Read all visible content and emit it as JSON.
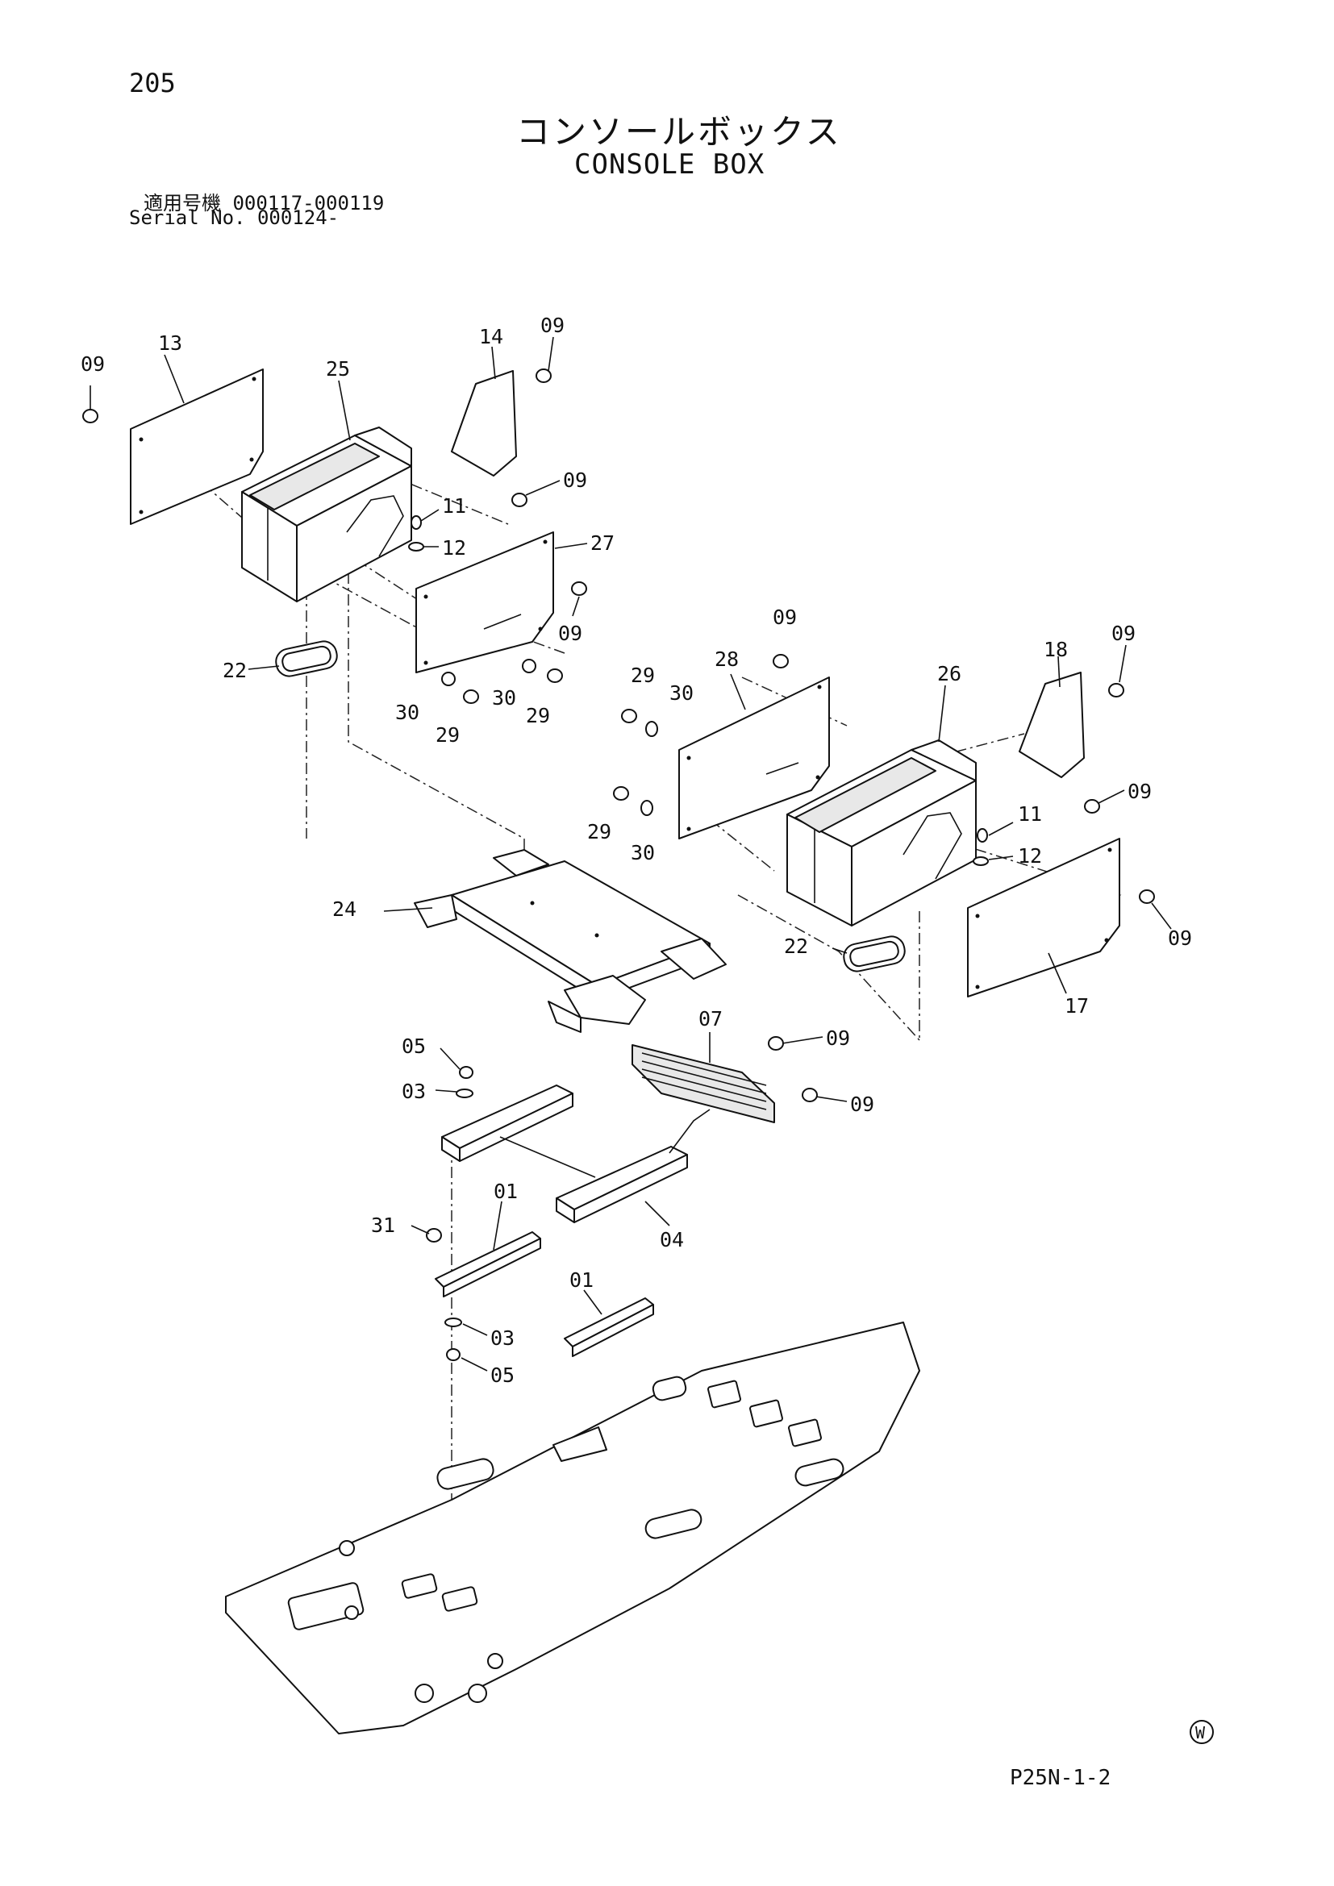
{
  "page": {
    "page_number": "205",
    "title_jp": "コンソールボックス",
    "title_en": "CONSOLE BOX",
    "applicable_label_jp": "適用号機",
    "applicable_range": "000117-000119",
    "serial_label": "Serial No.",
    "serial_value": "000124-",
    "page_code": "P25N-1-2",
    "mark_symbol": "W"
  },
  "callouts": [
    {
      "id": "c-09-a",
      "label": "09"
    },
    {
      "id": "c-13",
      "label": "13"
    },
    {
      "id": "c-25",
      "label": "25"
    },
    {
      "id": "c-14",
      "label": "14"
    },
    {
      "id": "c-09-b",
      "label": "09"
    },
    {
      "id": "c-09-c",
      "label": "09"
    },
    {
      "id": "c-11-a",
      "label": "11"
    },
    {
      "id": "c-12-a",
      "label": "12"
    },
    {
      "id": "c-27",
      "label": "27"
    },
    {
      "id": "c-09-d",
      "label": "09"
    },
    {
      "id": "c-22-a",
      "label": "22"
    },
    {
      "id": "c-30-a",
      "label": "30"
    },
    {
      "id": "c-29-a",
      "label": "29"
    },
    {
      "id": "c-30-b",
      "label": "30"
    },
    {
      "id": "c-29-b",
      "label": "29"
    },
    {
      "id": "c-09-e",
      "label": "09"
    },
    {
      "id": "c-28",
      "label": "28"
    },
    {
      "id": "c-29-c",
      "label": "29"
    },
    {
      "id": "c-30-c",
      "label": "30"
    },
    {
      "id": "c-26",
      "label": "26"
    },
    {
      "id": "c-18",
      "label": "18"
    },
    {
      "id": "c-09-f",
      "label": "09"
    },
    {
      "id": "c-09-g",
      "label": "09"
    },
    {
      "id": "c-29-d",
      "label": "29"
    },
    {
      "id": "c-30-d",
      "label": "30"
    },
    {
      "id": "c-11-b",
      "label": "11"
    },
    {
      "id": "c-12-b",
      "label": "12"
    },
    {
      "id": "c-24",
      "label": "24"
    },
    {
      "id": "c-09-h",
      "label": "09"
    },
    {
      "id": "c-22-b",
      "label": "22"
    },
    {
      "id": "c-17",
      "label": "17"
    },
    {
      "id": "c-07",
      "label": "07"
    },
    {
      "id": "c-09-i",
      "label": "09"
    },
    {
      "id": "c-05-a",
      "label": "05"
    },
    {
      "id": "c-03-a",
      "label": "03"
    },
    {
      "id": "c-09-j",
      "label": "09"
    },
    {
      "id": "c-31",
      "label": "31"
    },
    {
      "id": "c-01-a",
      "label": "01"
    },
    {
      "id": "c-04",
      "label": "04"
    },
    {
      "id": "c-01-b",
      "label": "01"
    },
    {
      "id": "c-03-b",
      "label": "03"
    },
    {
      "id": "c-05-b",
      "label": "05"
    }
  ]
}
